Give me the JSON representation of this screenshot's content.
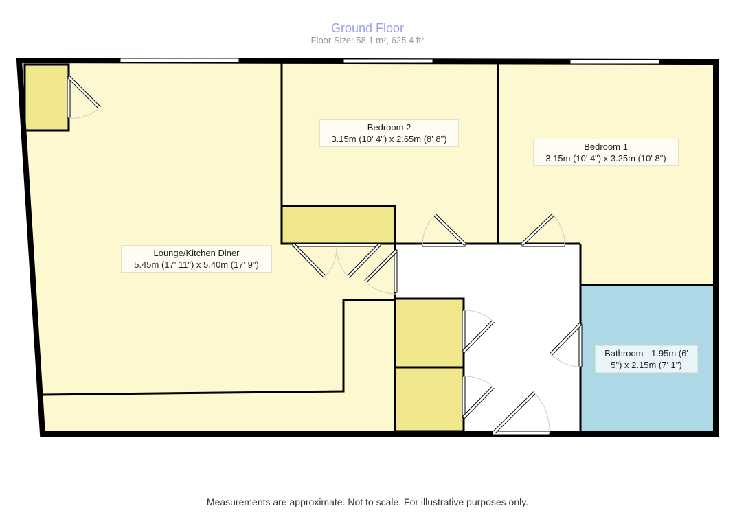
{
  "header": {
    "title": "Ground Floor",
    "floor_size": "Floor Size: 58.1 m², 625.4 ft²"
  },
  "rooms": [
    {
      "name": "Lounge/Kitchen Diner",
      "size": "5.45m (17' 11\") x 5.40m (17' 9\")"
    },
    {
      "name": "Bedroom 2",
      "size": "3.15m (10' 4\") x 2.65m (8' 8\")"
    },
    {
      "name": "Bedroom 1",
      "size": "3.15m (10' 4\") x 3.25m (10' 8\")"
    },
    {
      "name": "Bathroom - 1.95m (6'",
      "size": "5\") x 2.15m (7' 1\")"
    }
  ],
  "colors": {
    "room": "#fdf8cf",
    "cupboard": "#f0e68c",
    "bathroom": "#add8e6",
    "hall": "#ffffff",
    "title": "#9f9ff5"
  },
  "footer": "Measurements are approximate. Not to scale. For illustrative purposes only."
}
